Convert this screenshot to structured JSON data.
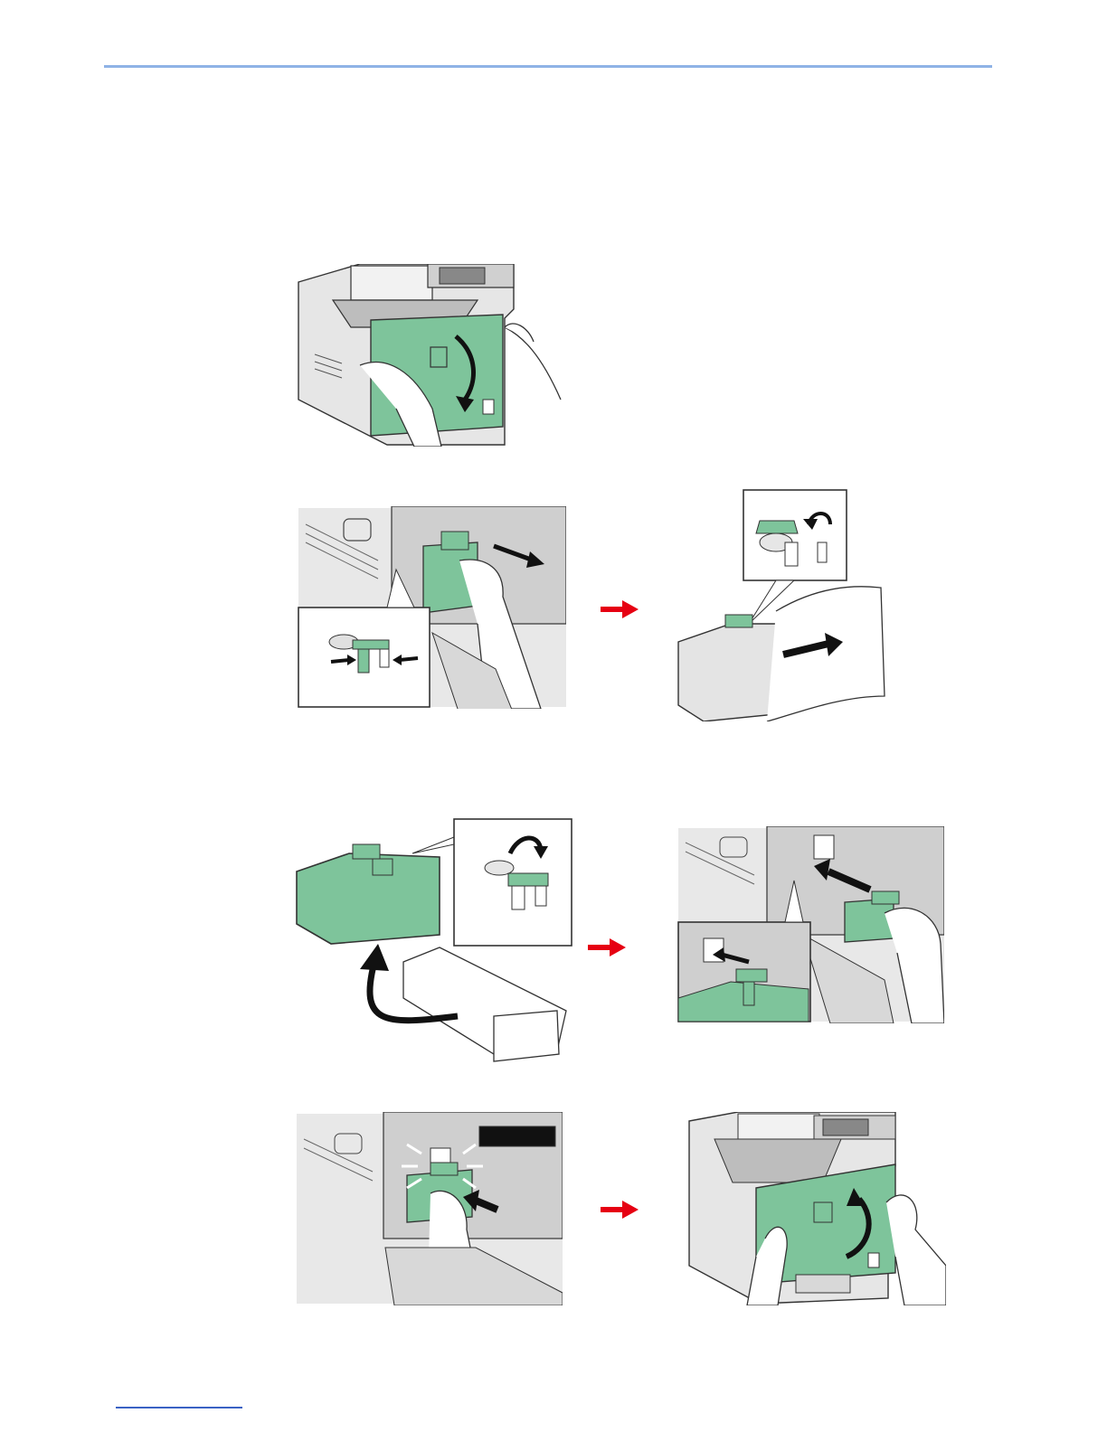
{
  "page": {
    "accent_color": "#7ec49b",
    "rule_color": "#8fb3e6",
    "link_color": "#3a62c4",
    "arrow_color": "#e60012"
  },
  "figures": [
    {
      "id": "open-front-cover",
      "icon": "printer-front-cover-open-icon"
    },
    {
      "id": "remove-toner",
      "icon": "toner-remove-icon"
    },
    {
      "id": "bag-old-toner",
      "icon": "toner-bag-icon"
    },
    {
      "id": "unpack-new-toner",
      "icon": "toner-unpack-icon"
    },
    {
      "id": "insert-toner",
      "icon": "toner-insert-icon"
    },
    {
      "id": "click-lock",
      "icon": "toner-lock-icon"
    },
    {
      "id": "close-front-cover",
      "icon": "printer-front-cover-close-icon"
    }
  ]
}
